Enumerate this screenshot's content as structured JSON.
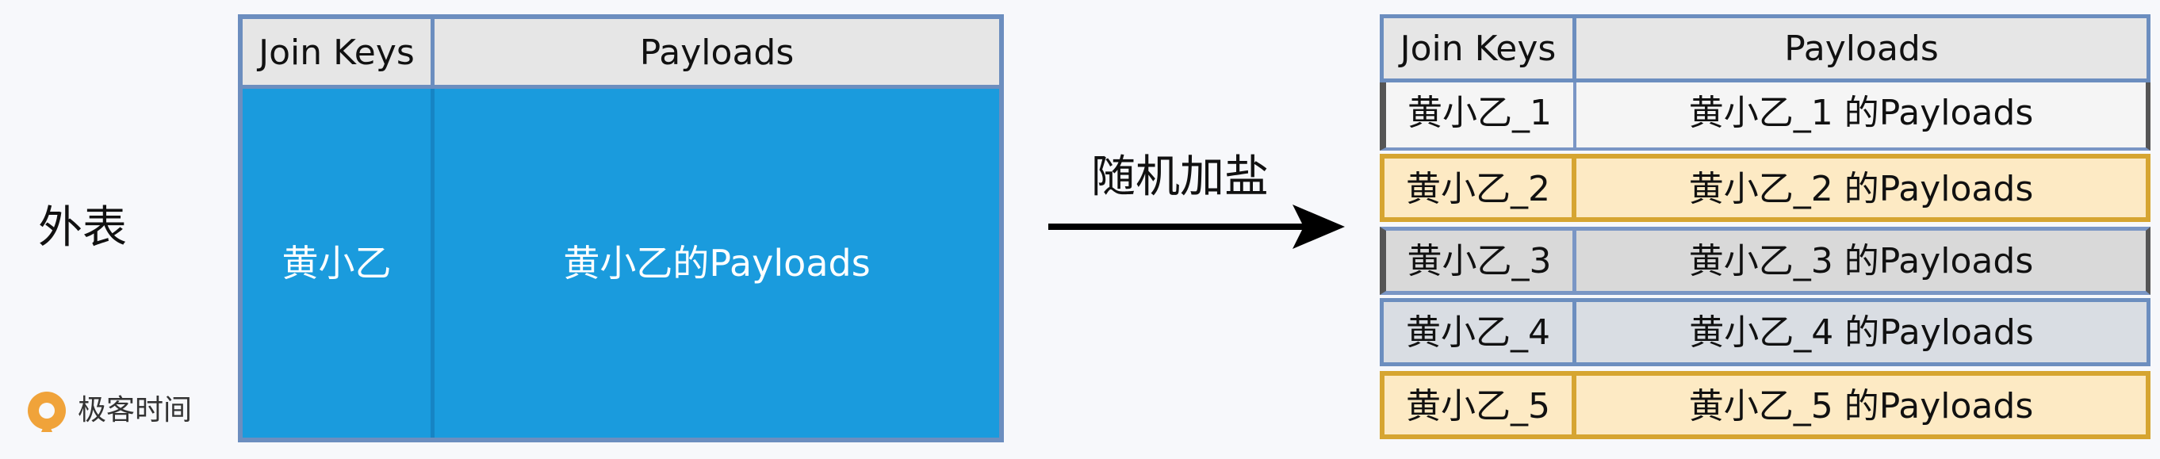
{
  "outer_label": "外表",
  "brand": {
    "name": "极客时间",
    "accent": "#f0a33a"
  },
  "left_table": {
    "headers": {
      "key": "Join Keys",
      "payload": "Payloads"
    },
    "key": "黄小乙",
    "payload": "黄小乙的Payloads",
    "fill_color": "#1a9bdd"
  },
  "transform_label": "随机加盐",
  "right_table": {
    "headers": {
      "key": "Join Keys",
      "payload": "Payloads"
    },
    "rows": [
      {
        "key": "黄小乙_1",
        "payload": "黄小乙_1 的Payloads",
        "color": "#f5f5f5"
      },
      {
        "key": "黄小乙_2",
        "payload": "黄小乙_2 的Payloads",
        "color": "#fdeac4"
      },
      {
        "key": "黄小乙_3",
        "payload": "黄小乙_3 的Payloads",
        "color": "#d9d9d9"
      },
      {
        "key": "黄小乙_4",
        "payload": "黄小乙_4 的Payloads",
        "color": "#d9dde3"
      },
      {
        "key": "黄小乙_5",
        "payload": "黄小乙_5 的Payloads",
        "color": "#fdeac4"
      }
    ]
  }
}
